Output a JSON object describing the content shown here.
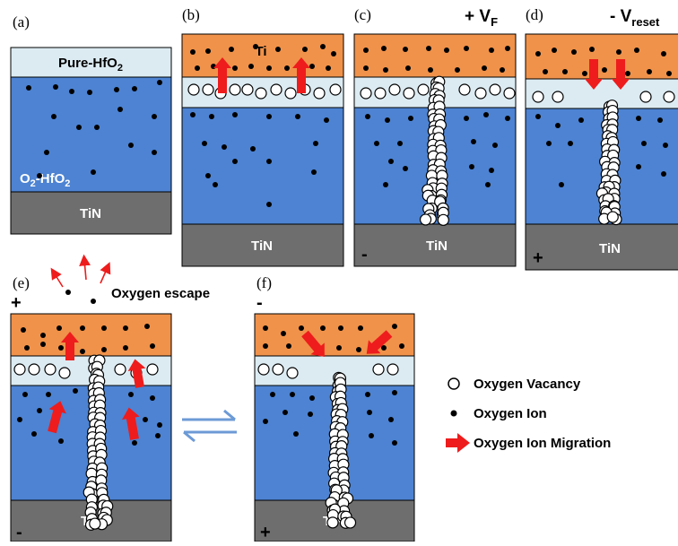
{
  "panels": {
    "a": {
      "label": "(a)",
      "top_layer_label": "Pure-HfO",
      "top_layer_sub": "2",
      "bulk_label_main": "O",
      "bulk_label_sub1": "2",
      "bulk_label_mid": "-HfO",
      "bulk_label_sub2": "2",
      "bottom_label": "TiN"
    },
    "b": {
      "label": "(b)",
      "electrode_label": "Ti",
      "bottom_label": "TiN"
    },
    "c": {
      "label": "(c)",
      "bias_main": "+ V",
      "bias_sub": "F",
      "bottom_sign": "-",
      "bottom_label": "TiN"
    },
    "d": {
      "label": "(d)",
      "bias_main": "- V",
      "bias_sub": "reset",
      "bottom_sign": "+",
      "bottom_label": "TiN"
    },
    "e": {
      "label": "(e)",
      "top_sign": "+",
      "escape_label": "Oxygen escape",
      "bottom_sign": "-",
      "bottom_label": "TiN"
    },
    "f": {
      "label": "(f)",
      "top_sign": "-",
      "bottom_sign": "+",
      "bottom_label": "TiN"
    }
  },
  "legend": {
    "vacancy": "Oxygen Vacancy",
    "ion": "Oxygen Ion",
    "migration": "Oxygen Ion Migration"
  },
  "colors": {
    "electrode_ti": "#F0924A",
    "pure_hfo2": "#DCEBF2",
    "oxide_hfo2": "#4D83D2",
    "tin": "#6E6E6E",
    "migration_arrow": "#EE1C1C",
    "switch_arrows": "#6C9AD6"
  }
}
